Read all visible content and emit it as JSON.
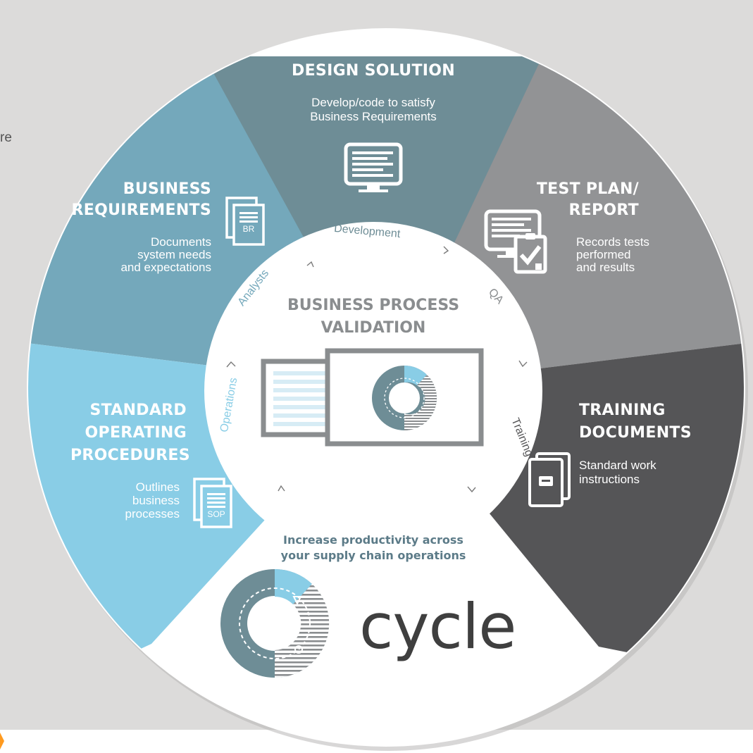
{
  "edge_fragment": "re",
  "center": {
    "title_line1": "BUSINESS PROCESS",
    "title_line2": "VALIDATION"
  },
  "ring_labels": {
    "development": "Development",
    "analysts": "Analysts",
    "qa": "QA",
    "operations": "Operations",
    "training": "Training"
  },
  "segments": {
    "design": {
      "title": "DESIGN SOLUTION",
      "desc_line1": "Develop/code to satisfy",
      "desc_line2": "Business Requirements",
      "color": "#6e8d96"
    },
    "test": {
      "title_line1": "TEST PLAN/",
      "title_line2": "REPORT",
      "desc_line1": "Records tests",
      "desc_line2": "performed",
      "desc_line3": "and results",
      "color": "#929395"
    },
    "training": {
      "title_line1": "TRAINING",
      "title_line2": "DOCUMENTS",
      "desc_line1": "Standard work",
      "desc_line2": "instructions",
      "color": "#555557"
    },
    "business": {
      "title_line1": "BUSINESS",
      "title_line2": "REQUIREMENTS",
      "desc_line1": "Documents",
      "desc_line2": "system needs",
      "desc_line3": "and expectations",
      "icon_label": "BR",
      "color": "#74a8bb"
    },
    "sop": {
      "title_line1": "STANDARD",
      "title_line2": "OPERATING",
      "title_line3": "PROCEDURES",
      "desc_line1": "Outlines",
      "desc_line2": "business",
      "desc_line3": "processes",
      "icon_label": "SOP",
      "color": "#89cde6"
    }
  },
  "tagline": {
    "line1": "Increase productivity across",
    "line2": "your supply chain operations"
  },
  "brand": {
    "name": "cycle"
  },
  "colors": {
    "background": "#dcdbda",
    "white": "#ffffff",
    "accent_blue_dark": "#5c7b88",
    "accent_blue_light": "#89cde6",
    "text_dark": "#3f3f3f"
  }
}
